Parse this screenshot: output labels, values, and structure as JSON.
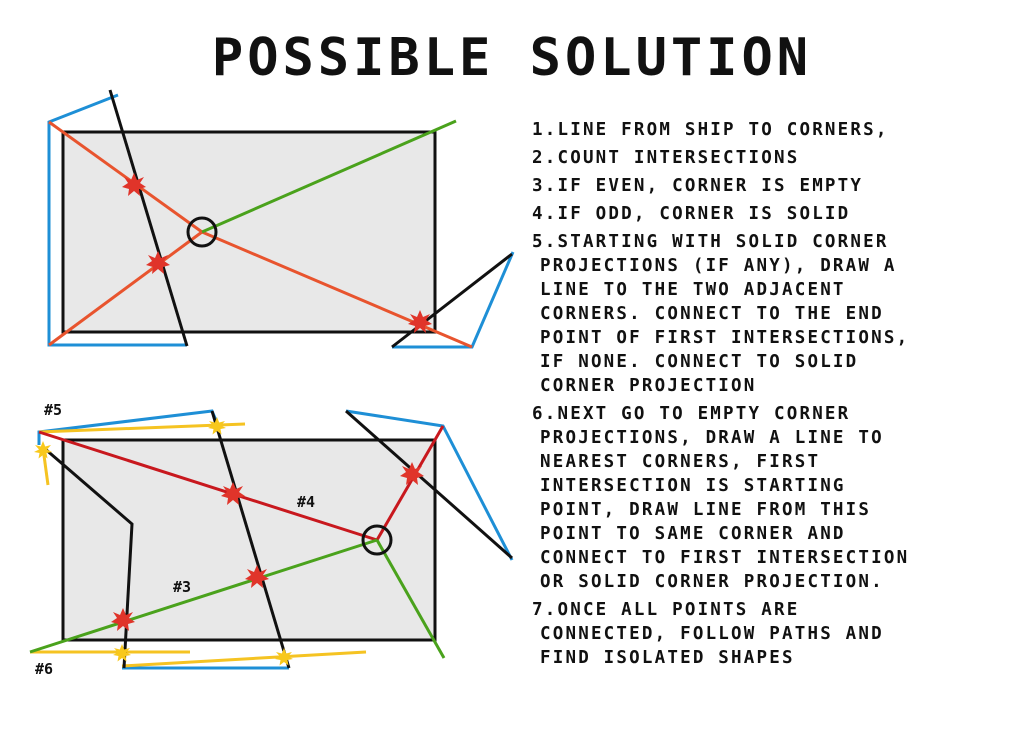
{
  "title": "POSSIBLE SOLUTION",
  "colors": {
    "rect_fill": "#e8e8e8",
    "rect_stroke": "#111111",
    "orange_line": "#e8542e",
    "red_line": "#c8181e",
    "green_line": "#4aa21c",
    "blue_line": "#1e8fd6",
    "black_line": "#111111",
    "yellow_line": "#f5c322",
    "intersection_star": "#e0342a",
    "yellow_star": "#f8c81c"
  },
  "diagram_labels": {
    "top": {},
    "bottom": {
      "label_5": "#5",
      "label_4": "#4",
      "label_3": "#3",
      "label_6": "#6"
    }
  },
  "steps": [
    {
      "lines": [
        "1.LINE FROM SHIP TO CORNERS,"
      ]
    },
    {
      "lines": [
        "2.COUNT INTERSECTIONS"
      ]
    },
    {
      "lines": [
        "3.IF EVEN, CORNER IS EMPTY"
      ]
    },
    {
      "lines": [
        "4.IF ODD, CORNER IS SOLID"
      ]
    },
    {
      "lines": [
        "5.STARTING WITH SOLID CORNER",
        "PROJECTIONS (IF ANY), DRAW A",
        "LINE TO THE TWO ADJACENT",
        "CORNERS. CONNECT TO THE END",
        "POINT OF FIRST INTERSECTIONS,",
        "IF NONE. CONNECT TO SOLID",
        "CORNER PROJECTION"
      ]
    },
    {
      "lines": [
        "6.NEXT GO TO EMPTY CORNER",
        "PROJECTIONS, DRAW A LINE TO",
        "NEAREST CORNERS, FIRST",
        "INTERSECTION IS STARTING",
        "POINT, DRAW LINE FROM THIS",
        "POINT TO SAME CORNER AND",
        "CONNECT TO FIRST INTERSECTION",
        "OR SOLID CORNER PROJECTION."
      ]
    },
    {
      "lines": [
        "7.ONCE ALL POINTS ARE",
        "CONNECTED, FOLLOW PATHS AND",
        "FIND ISOLATED SHAPES"
      ]
    }
  ]
}
